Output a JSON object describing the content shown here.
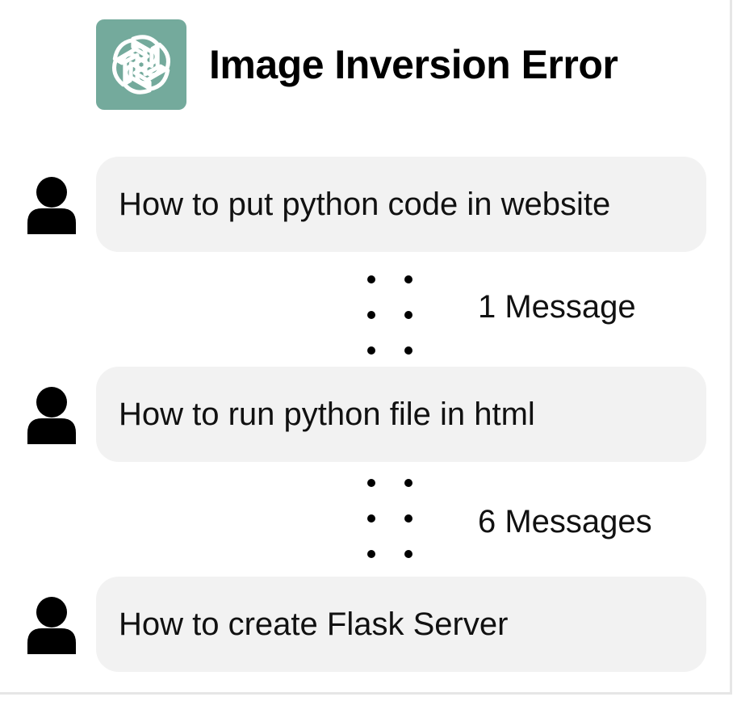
{
  "header": {
    "title": "Image Inversion Error",
    "logo_icon": "openai-logo-icon",
    "logo_color": "#74aa9c"
  },
  "conversation": [
    {
      "type": "user",
      "avatar_icon": "user-icon",
      "text": "How to put python code in website"
    },
    {
      "type": "collapsed",
      "label": "1 Message"
    },
    {
      "type": "user",
      "avatar_icon": "user-icon",
      "text": "How to run python file in html"
    },
    {
      "type": "collapsed",
      "label": "6 Messages"
    },
    {
      "type": "user",
      "avatar_icon": "user-icon",
      "text": "How to create Flask Server"
    }
  ],
  "colors": {
    "bubble_background": "#f2f2f2",
    "text": "#111111"
  }
}
